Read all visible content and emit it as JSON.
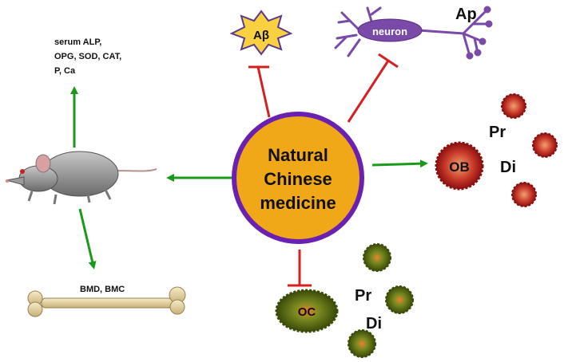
{
  "center": {
    "line1": "Natural",
    "line2": "Chinese",
    "line3": "medicine"
  },
  "abeta": "Aβ",
  "neuron": {
    "label": "neuron",
    "ap": "Ap"
  },
  "serum": {
    "line1": "serum ALP,",
    "line2": "OPG, SOD, CAT,",
    "line3": "P, Ca"
  },
  "bone": "BMD,  BMC",
  "osteoblast": {
    "label": "OB",
    "pr": "Pr",
    "di": "Di"
  },
  "osteoclast": {
    "label": "OC",
    "pr": "Pr",
    "di": "Di"
  },
  "colors": {
    "center_fill": "#f0a818",
    "center_border": "#6a20b0",
    "promote_arrow": "#1a9a1a",
    "inhibit_arrow": "#d42020",
    "neuron": "#7a4aa8",
    "abeta": "#f8d040",
    "osteoblast": "#b02020",
    "osteoclast": "#5a6a10"
  },
  "icons": [
    "rat-icon",
    "bone-icon",
    "neuron-icon",
    "abeta-star-icon",
    "osteoblast-cell-icon",
    "osteoclast-cell-icon"
  ]
}
